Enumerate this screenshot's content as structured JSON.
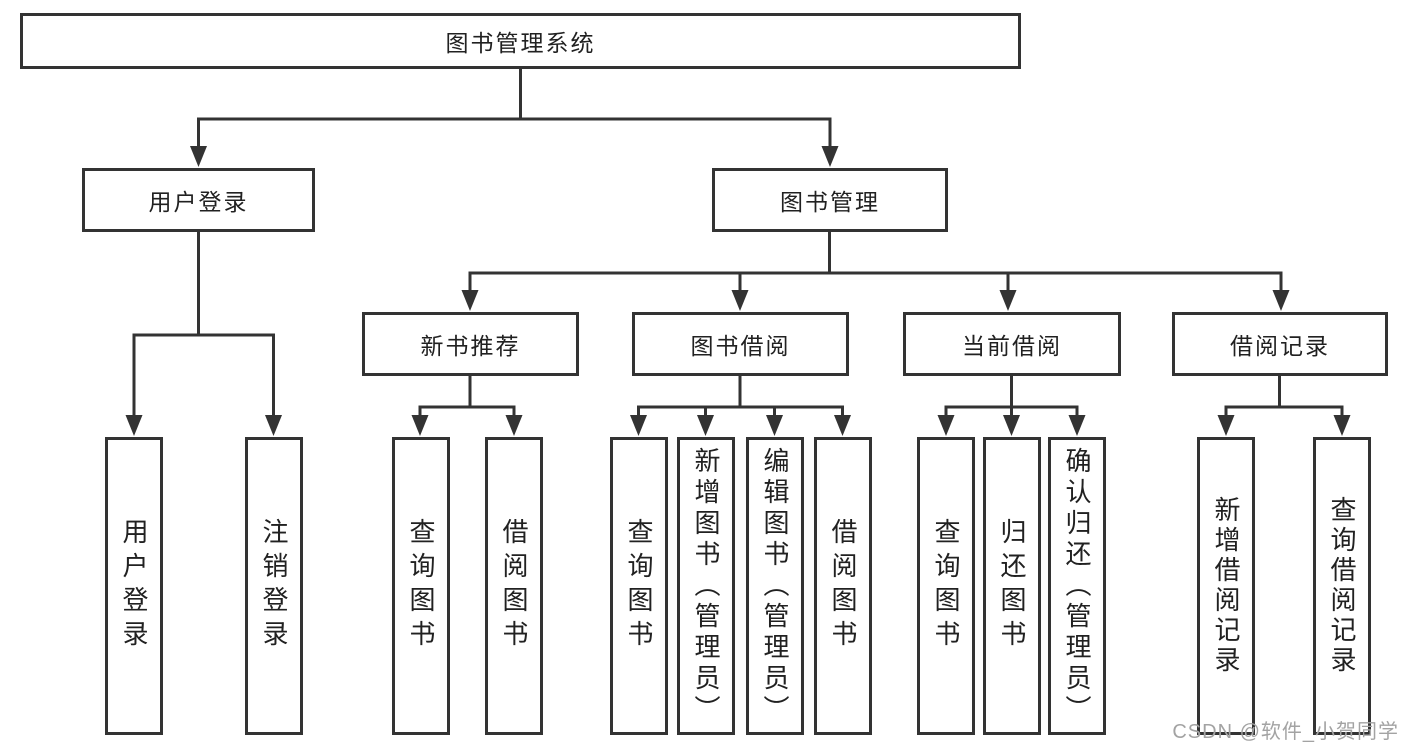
{
  "root": {
    "label": "图书管理系统"
  },
  "login": {
    "label": "用户登录",
    "leaves": [
      {
        "label": "用户登录"
      },
      {
        "label": "注销登录"
      }
    ]
  },
  "management": {
    "label": "图书管理",
    "sections": [
      {
        "label": "新书推荐",
        "leaves": [
          {
            "label": "查询图书"
          },
          {
            "label": "借阅图书"
          }
        ]
      },
      {
        "label": "图书借阅",
        "leaves": [
          {
            "label": "查询图书"
          },
          {
            "label": "新增图书（管理员）"
          },
          {
            "label": "编辑图书（管理员）"
          },
          {
            "label": "借阅图书"
          }
        ]
      },
      {
        "label": "当前借阅",
        "leaves": [
          {
            "label": "查询图书"
          },
          {
            "label": "归还图书"
          },
          {
            "label": "确认归还（管理员）"
          }
        ]
      },
      {
        "label": "借阅记录",
        "leaves": [
          {
            "label": "新增借阅记录"
          },
          {
            "label": "查询借阅记录"
          }
        ]
      }
    ]
  },
  "watermark": {
    "text": "CSDN @软件_小贺同学"
  },
  "colors": {
    "line": "#333333",
    "text": "#212121",
    "watermark": "#a3a3a3",
    "background": "#ffffff"
  }
}
